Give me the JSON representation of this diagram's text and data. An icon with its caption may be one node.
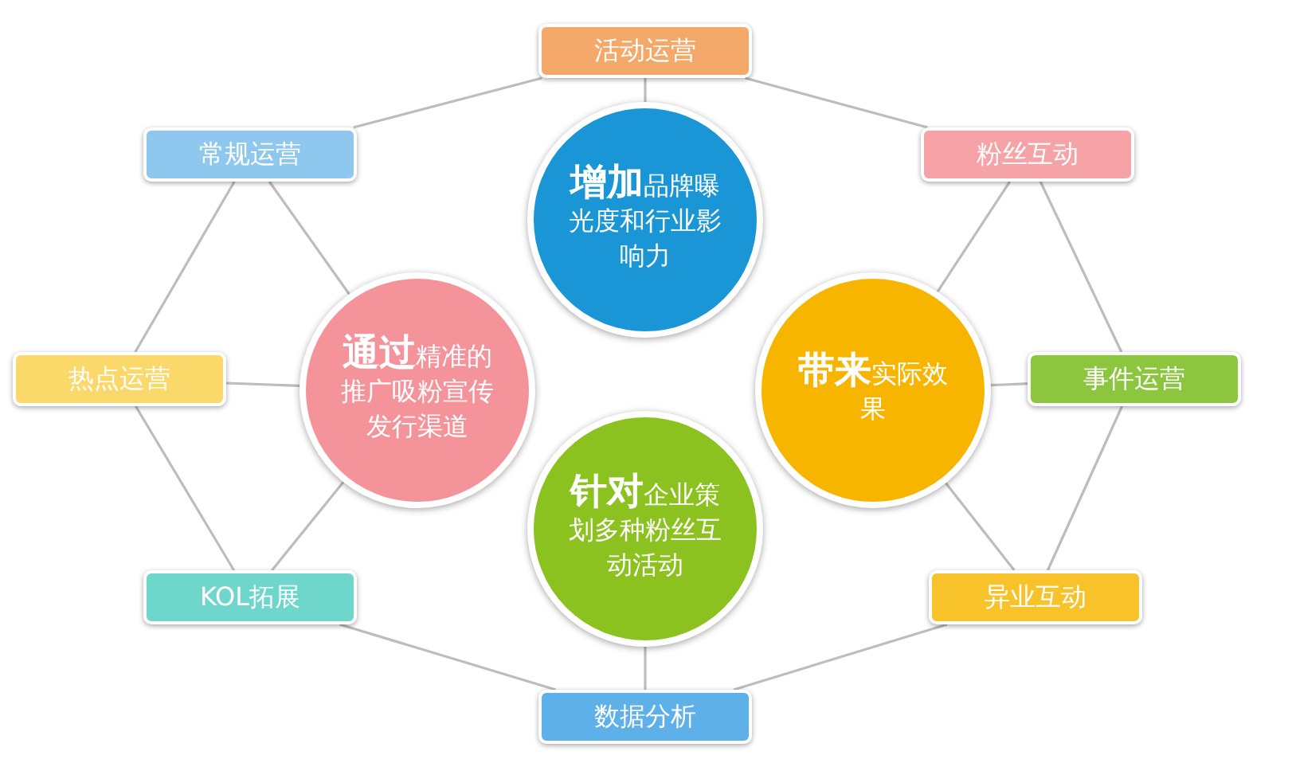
{
  "diagram": {
    "nodes": [
      {
        "text": [
          "活动运营"
        ]
      },
      {
        "text": [
          "常规运营"
        ]
      },
      {
        "text": [
          "粉丝互动"
        ]
      },
      {
        "text": [
          "**增加**品牌曝光度和行业影响力"
        ]
      },
      {
        "text": [
          "**通过**精准的推广吸粉宣传发行渠道"
        ]
      },
      {
        "text": [
          "**带来**实际效果"
        ]
      },
      {
        "text": [
          "热点运营"
        ]
      },
      {
        "text": [
          "事件运营"
        ]
      },
      {
        "text": [
          "**针对**企业策划多种粉丝互动活动"
        ]
      },
      {
        "text": [
          "KOL拓展"
        ]
      },
      {
        "text": [
          "异业互动"
        ]
      },
      {
        "text": [
          "数据分析"
        ]
      }
    ],
    "edges": [
      {
        "from": 0,
        "to": 2,
        "arrow": "none"
      },
      {
        "from": 2,
        "to": 7,
        "arrow": "none"
      },
      {
        "from": 7,
        "to": 10,
        "arrow": "none"
      },
      {
        "from": 10,
        "to": 11,
        "arrow": "none"
      },
      {
        "from": 11,
        "to": 9,
        "arrow": "none"
      },
      {
        "from": 9,
        "to": 6,
        "arrow": "none"
      },
      {
        "from": 6,
        "to": 1,
        "arrow": "none"
      },
      {
        "from": 1,
        "to": 0,
        "arrow": "none"
      },
      {
        "from": 0,
        "to": 3,
        "arrow": "none"
      },
      {
        "from": 2,
        "to": 5,
        "arrow": "none"
      },
      {
        "from": 7,
        "to": 5,
        "arrow": "none"
      },
      {
        "from": 10,
        "to": 5,
        "arrow": "none"
      },
      {
        "from": 11,
        "to": 8,
        "arrow": "none"
      },
      {
        "from": 9,
        "to": 4,
        "arrow": "none"
      },
      {
        "from": 6,
        "to": 4,
        "arrow": "none"
      },
      {
        "from": 1,
        "to": 4,
        "arrow": "none"
      }
    ]
  }
}
